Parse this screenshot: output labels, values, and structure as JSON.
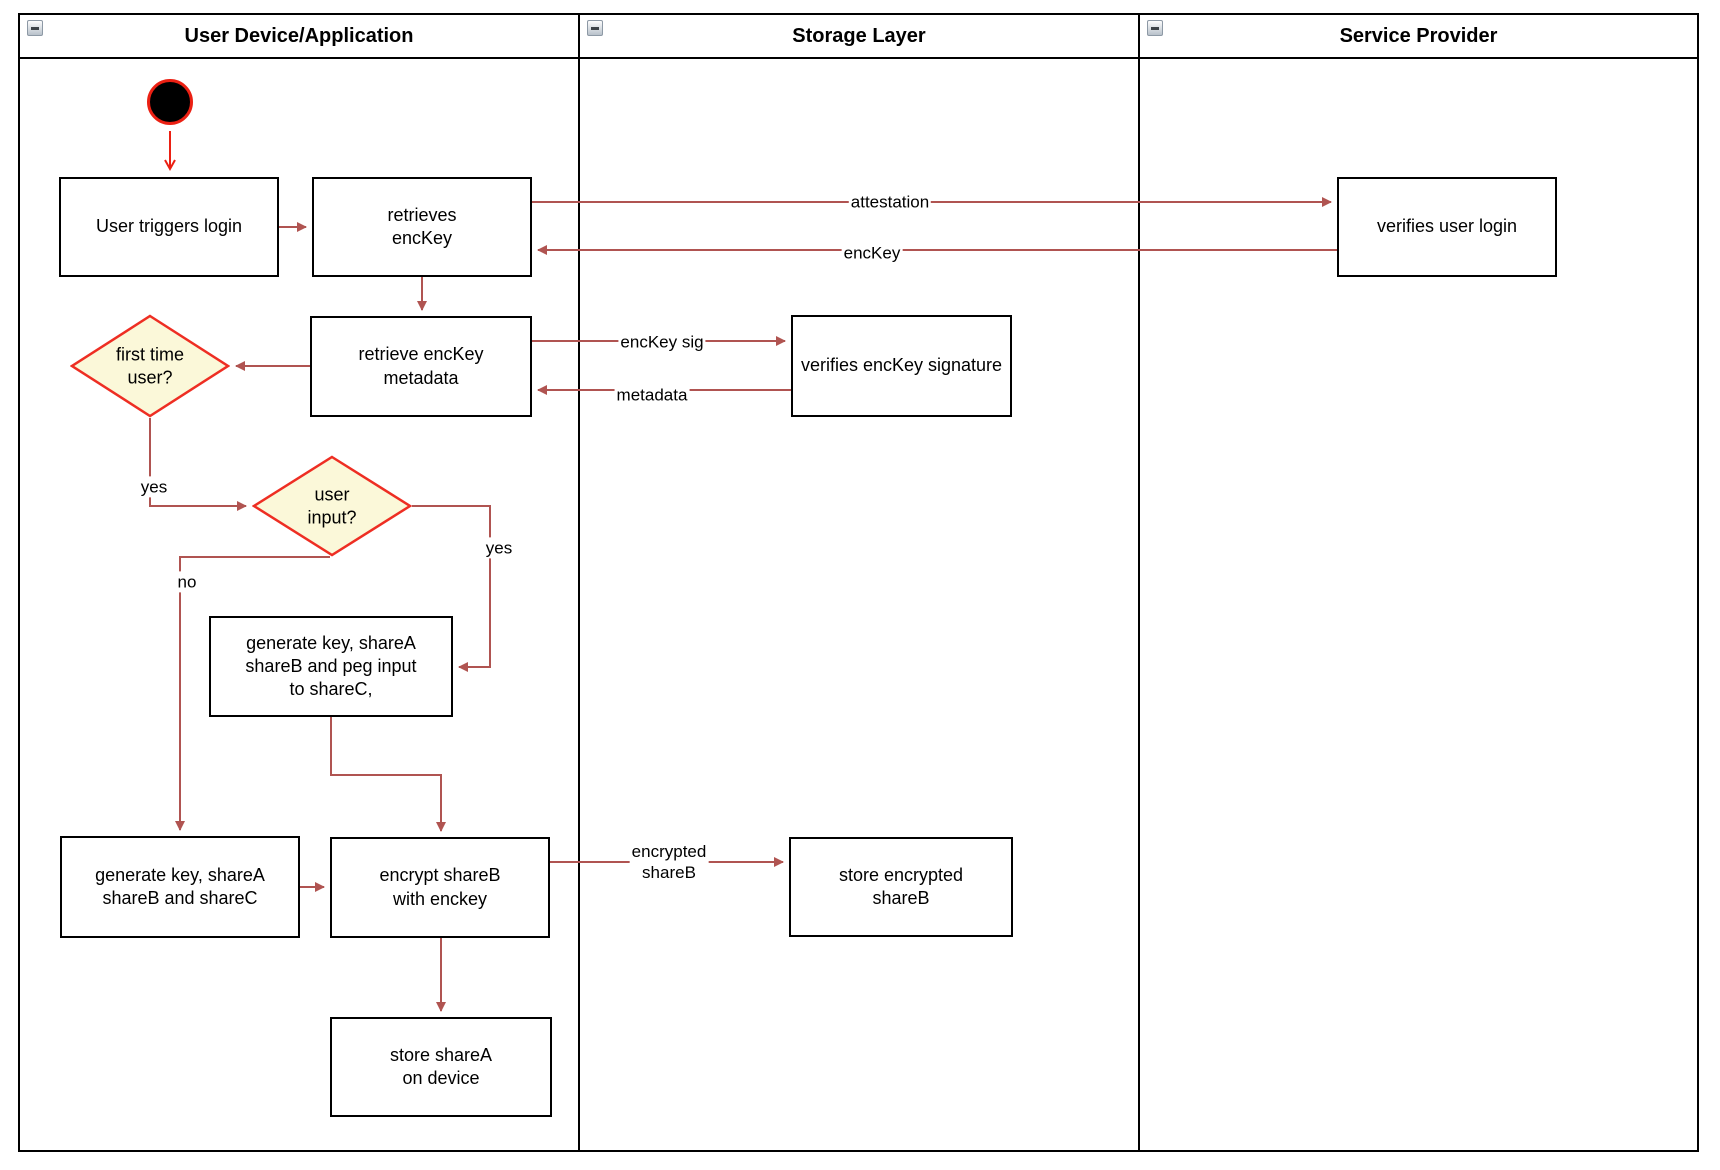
{
  "lanes": [
    {
      "title": "User Device/Application"
    },
    {
      "title": "Storage Layer"
    },
    {
      "title": "Service Provider"
    }
  ],
  "nodes": {
    "user_triggers_login": {
      "label": "User triggers login"
    },
    "retrieves_enckey": {
      "label": "retrieves\nencKey"
    },
    "verifies_user_login": {
      "label": "verifies user login"
    },
    "retrieve_enckey_metadata": {
      "label": "retrieve encKey\nmetadata"
    },
    "verifies_enckey_signature": {
      "label": "verifies encKey signature"
    },
    "first_time_user": {
      "label": "first time\nuser?"
    },
    "user_input": {
      "label": "user input?"
    },
    "generate_key_peg_input": {
      "label": "generate key, shareA\nshareB and peg input\nto shareC,"
    },
    "generate_key_abc": {
      "label": "generate key, shareA\nshareB and shareC"
    },
    "encrypt_shareb": {
      "label": "encrypt shareB\nwith enckey"
    },
    "store_encrypted_shareb": {
      "label": "store encrypted\nshareB"
    },
    "store_sharea": {
      "label": "store shareA\non device"
    }
  },
  "edge_labels": {
    "attestation": "attestation",
    "enckey": "encKey",
    "enckey_sig": "encKey sig",
    "metadata": "metadata",
    "first_time_yes": "yes",
    "user_input_yes": "yes",
    "user_input_no": "no",
    "encrypted_shareb": "encrypted\nshareB"
  },
  "colors": {
    "lane_border": "#000000",
    "node_border": "#000000",
    "node_fill": "#FFFFFF",
    "decision_fill": "#FBF8D9",
    "decision_border": "#EE2E23",
    "arrow": "#B05451",
    "start_arrow": "#EB2013",
    "start_fill": "#000000"
  }
}
